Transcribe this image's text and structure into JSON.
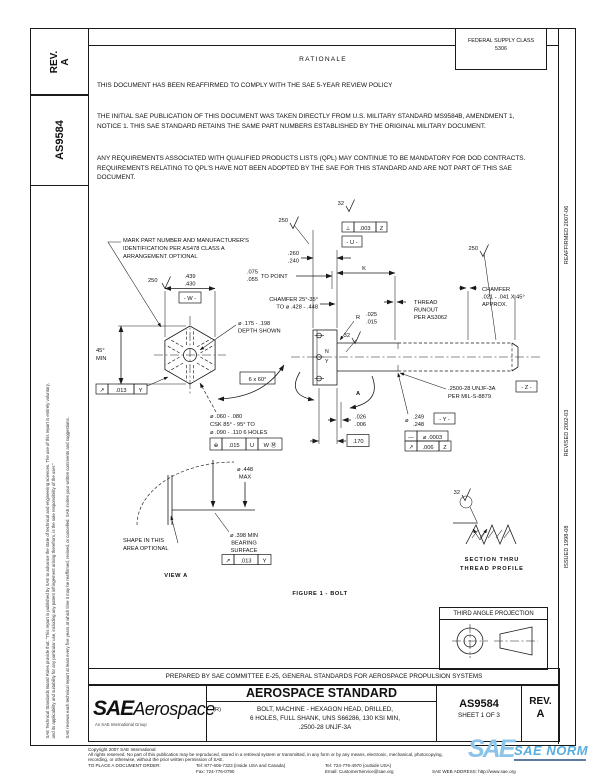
{
  "sidebar": {
    "rev_label": "REV.",
    "rev_value": "A",
    "doc_number": "AS9584",
    "disclaimer_1": "SAE Technical Standards Board Rules provide that: \"This report is published by SAE to advance the state of technical and engineering sciences. The use of this report is entirely voluntary,",
    "disclaimer_2": "and its applicability and suitability for any particular use, including any patent infringement arising therefrom, is the sole responsibility of the user.\"",
    "disclaimer_3": "SAE reviews each technical report at least every five years at which time it may be reaffirmed, revised, or cancelled. SAE invites your written comments and suggestions."
  },
  "right_margin": {
    "reaffirmed": "REAFFIRMED 2007-06",
    "revised": "REVISED 2002-03",
    "issued": "ISSUED 1998-08"
  },
  "header": {
    "fsc_label": "FEDERAL SUPPLY CLASS",
    "fsc_value": "5306"
  },
  "rationale": {
    "title": "RATIONALE",
    "line1": "THIS DOCUMENT HAS BEEN REAFFIRMED TO COMPLY WITH THE SAE 5-YEAR REVIEW POLICY",
    "para1": "THE INITIAL SAE PUBLICATION OF THIS DOCUMENT WAS TAKEN DIRECTLY FROM U.S. MILITARY STANDARD MS9584B, AMENDMENT 1, NOTICE 1.  THIS SAE STANDARD RETAINS THE SAME PART NUMBERS ESTABLISHED BY THE ORIGINAL MILITARY DOCUMENT.",
    "para2": "ANY REQUIREMENTS ASSOCIATED WITH QUALIFIED PRODUCTS LISTS (QPL) MAY CONTINUE TO BE MANDATORY FOR DOD CONTRACTS. REQUIREMENTS RELATING TO QPL'S HAVE NOT BEEN ADOPTED BY THE SAE FOR THIS STANDARD AND ARE NOT PART OF THIS SAE DOCUMENT."
  },
  "drawing": {
    "figure_caption": "FIGURE 1 - BOLT",
    "labels": {
      "mark1": "MARK PART NUMBER AND MANUFACTURER'S",
      "mark2": "IDENTIFICATION PER AS478 CLASS A",
      "mark3": "ARRANGEMENT OPTIONAL",
      "f250a": "250",
      "f250b": "250",
      "f250c": "250",
      "f32a": "32",
      "f32b": "32",
      "f32c": "32",
      "waf_hi": ".439",
      "waf_lo": ".430",
      "datum_w": "- W -",
      "head_hi": ".260",
      "head_lo": ".240",
      "perp_sym": "⊥",
      "perp_tol": ".003",
      "perp_datum": "Z",
      "datum_u": "- U -",
      "point_hi": ".075",
      "point_lo": ".055",
      "to_point": "TO POINT",
      "grip": "K",
      "cham1": "CHAMFER 25°-35°",
      "cham2": "TO ⌀ .428 - .448",
      "depth1": "⌀ .175 - .198",
      "depth2": "DEPTH SHOWN",
      "angle": "45°",
      "angle_min": "MIN",
      "ro_sym": "↗",
      "ro_tol": ".013",
      "ro_datum": "Y",
      "holes_angle": "6 x 60°",
      "csk1": "⌀ .060 - .080",
      "csk2": "CSK 85° - 95° TO",
      "csk3": "⌀ .090 - .110   6 HOLES",
      "pos_sym": "⊕",
      "pos_tol": ".015",
      "pos_d1": "U",
      "pos_d2": "W Ⓜ",
      "tr1": "THREAD",
      "tr2": "RUNOUT",
      "tr3": "PER AS3062",
      "ec1": "CHAMFER",
      "ec2": ".021 - .041 X 45°",
      "ec3": "APPROX.",
      "fillet_r": "R",
      "fillet_hi": ".025",
      "fillet_lo": ".015",
      "thread1": ".2500-28 UNJF-3A",
      "thread2": "PER MIL-S-8879",
      "datum_z": "- Z -",
      "view_dir": "A",
      "face_hi": ".026",
      "face_lo": ".006",
      "loc": ".170",
      "dia_sym": "⌀",
      "shank_hi": ".249",
      "shank_lo": ".248",
      "datum_y": "- Y -",
      "str_sym": "—",
      "str_tol": "⌀ .0003",
      "ro2_sym": "↗",
      "ro2_tol": ".006",
      "ro2_datum": "Z",
      "n": "N",
      "y": "Y",
      "max_dia1": "⌀ .448",
      "max_dia2": "MAX",
      "brg1": "⌀ .398 MIN",
      "brg2": "BEARING",
      "brg3": "SURFACE",
      "ro3_sym": "↗",
      "ro3_tol": ".013",
      "ro3_datum": "Y",
      "shape1": "SHAPE IN THIS",
      "shape2": "AREA OPTIONAL",
      "view_a": "VIEW A",
      "sec1": "SECTION THRU",
      "sec2": "THREAD PROFILE"
    }
  },
  "projection": {
    "title": "THIRD ANGLE PROJECTION"
  },
  "title_block": {
    "prepared_by": "PREPARED BY SAE COMMITTEE E-25, GENERAL STANDARDS FOR AEROSPACE PROPULSION SYSTEMS",
    "logo_sae": "SAE",
    "logo_aero": "Aerospace",
    "logo_sub": "An SAE International Group",
    "standard": "AEROSPACE STANDARD",
    "r_mark": "(R)",
    "subject1": "BOLT, MACHINE - HEXAGON HEAD, DRILLED,",
    "subject2": "6 HOLES, FULL SHANK, UNS S66286, 130 KSI MIN,",
    "subject3": ".2500-28 UNJF-3A",
    "doc_number": "AS9584",
    "sheet": "SHEET 1 OF 3",
    "rev_label": "REV.",
    "rev_value": "A"
  },
  "footer": {
    "copyright": "Copyright 2007 SAE International",
    "rights1": "All rights reserved. No part of this publication may be reproduced, stored in a retrieval system or transmitted, in any form or by any means, electronic, mechanical, photocopying,",
    "rights2": "recording, or otherwise, without the prior written permission of SAE.",
    "order_label": "TO PLACE A DOCUMENT ORDER:",
    "tel_inside": "Tel: 877-606-7323 (inside USA and Canada)",
    "tel_outside": "Tel: 724-776-4970 (outside USA)",
    "fax": "Fax: 724-776-0790",
    "email": "Email: CustomerService@sae.org",
    "web": "SAE WEB ADDRESS: http://www.sae.org"
  },
  "watermark": {
    "logo": "SAE",
    "text": "SAE NORM"
  }
}
